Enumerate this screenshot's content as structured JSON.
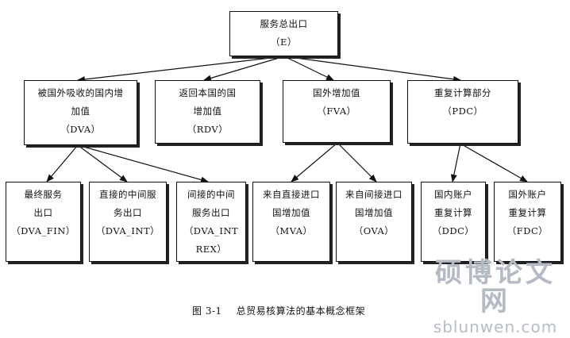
{
  "nodes": {
    "root": {
      "lines": [
        "服务总出口",
        "（E）"
      ]
    },
    "dva": {
      "lines": [
        "被国外吸收的国内增",
        "加值",
        "（DVA）"
      ]
    },
    "rdv": {
      "lines": [
        "返回本国的国",
        "增加值",
        "（RDV）"
      ]
    },
    "fva": {
      "lines": [
        "国外增加值",
        "（FVA）"
      ]
    },
    "pdc": {
      "lines": [
        "重复计算部分",
        "（PDC）"
      ]
    },
    "dva_fin": {
      "lines": [
        "最终服务",
        "出口",
        "（DVA_FIN）"
      ]
    },
    "dva_int": {
      "lines": [
        "直接的中间服",
        "务出口",
        "（DVA_INT）"
      ]
    },
    "dva_intrex": {
      "lines": [
        "间接的中间",
        "服务出口",
        "（DVA_INT",
        "REX）"
      ]
    },
    "mva": {
      "lines": [
        "来自直接进口",
        "国增加值",
        "（MVA）"
      ]
    },
    "ova": {
      "lines": [
        "来自间接进口",
        "国增加值",
        "（OVA）"
      ]
    },
    "ddc": {
      "lines": [
        "国内账户",
        "重复计算",
        "（DDC）"
      ]
    },
    "fdc": {
      "lines": [
        "国外账户",
        "重复计算",
        "（FDC）"
      ]
    }
  },
  "caption": {
    "number": "图 3-1",
    "title": "总贸易核算法的基本概念框架"
  },
  "watermark": {
    "chinese": "硕博论文网",
    "domain": "sblunwen.com"
  },
  "colors": {
    "line": "#111111",
    "watermark": "#b3bac4"
  }
}
